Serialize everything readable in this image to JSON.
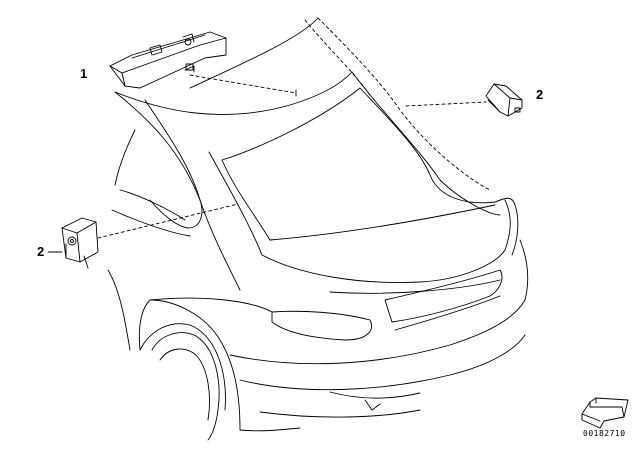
{
  "callouts": [
    {
      "number": "1"
    },
    {
      "number": "2"
    },
    {
      "number": "2"
    }
  ],
  "document_number": "00182710"
}
